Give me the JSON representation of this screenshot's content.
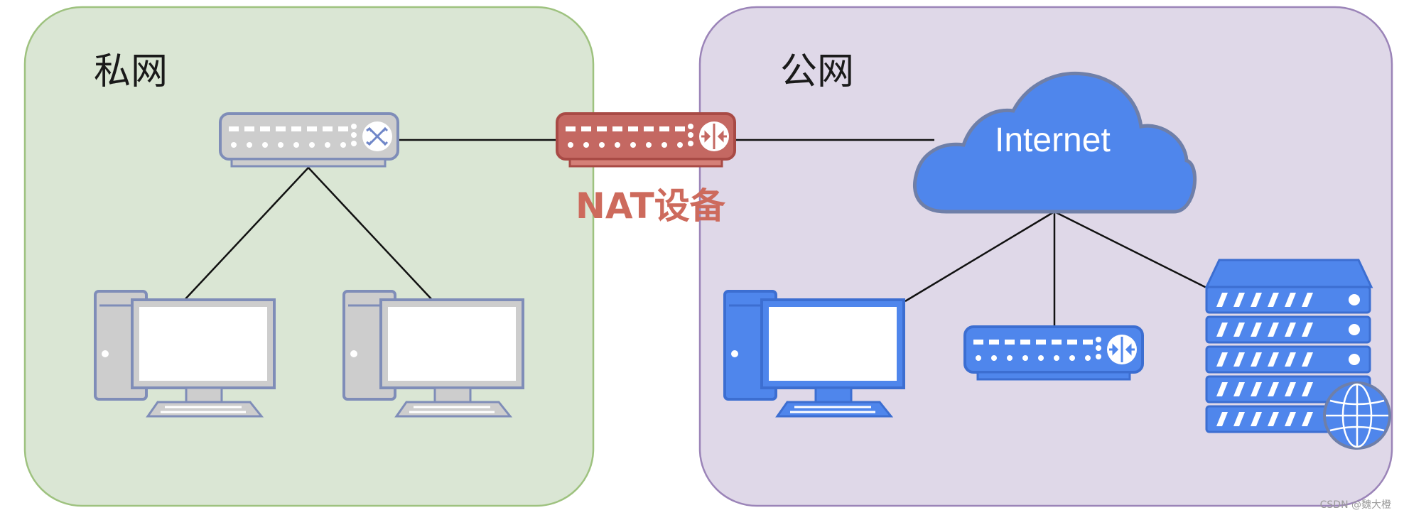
{
  "zones": {
    "private": {
      "title": "私网"
    },
    "public": {
      "title": "公网"
    }
  },
  "nat": {
    "label": "NAT设备"
  },
  "cloud": {
    "label": "Internet"
  },
  "watermark": {
    "text": "CSDN @魏大橙"
  },
  "colors": {
    "private_fill": "#dae6d4",
    "private_border": "#9ec27f",
    "public_fill": "#dfd8e8",
    "public_border": "#9b84b8",
    "gray_device": "#cdcdcd",
    "gray_outline": "#7f8db8",
    "nat_red": "#c46862",
    "nat_outline": "#a84a45",
    "nat_text": "#cd6a5c",
    "blue": "#4f86ec",
    "blue_outline": "#3c6ed1"
  }
}
